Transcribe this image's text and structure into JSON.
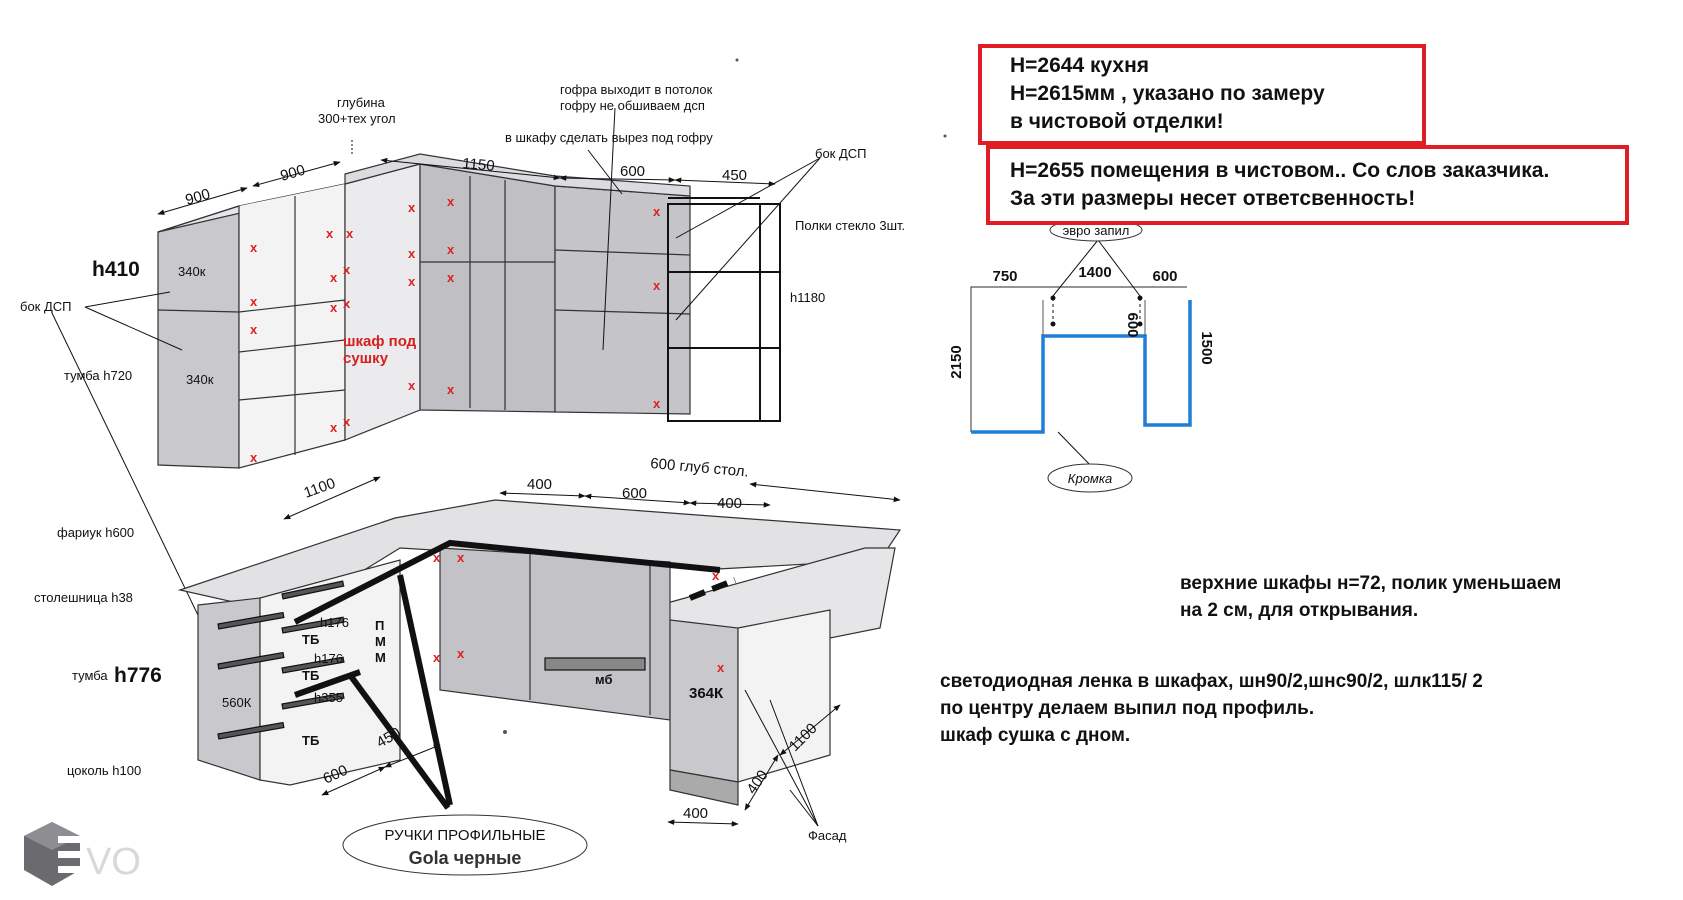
{
  "notes": {
    "box1": [
      "H=2644 кухня",
      "H=2615мм , указано по замеру",
      "в чистовой отделки!"
    ],
    "box2": [
      "H=2655 помещения в чистовом.. Со слов заказчика.",
      "За эти размеры несет ответсвенность!"
    ],
    "upper": [
      "верхние шкафы н=72, полик уменьшаем",
      "на 2 см, для открывания."
    ],
    "led": [
      "светодиодная ленка в шкафах, шн90/2,шнс90/2, шлк115/ 2",
      "по центру делаем выпил под профиль.",
      "шкаф сушка с дном."
    ]
  },
  "upper": {
    "labels": {
      "glubina": [
        "глубина",
        "300+тех угол"
      ],
      "gofra": [
        "гофра выходит в потолок",
        "гофру не обшиваем дсп"
      ],
      "cutout": "в шкафу сделать вырез под гофру",
      "bok_dsp_right": "бок ДСП",
      "polki": "Полки стекло 3шт.",
      "h1180": "h1180",
      "h410": "h410",
      "bok_dsp_left": "бок ДСП",
      "tumba720": "тумба   h720",
      "c340a": "340к",
      "c340b": "340к",
      "sushka": [
        "шкаф под",
        "сушку"
      ]
    },
    "dims": {
      "d900a": "900",
      "d900b": "900",
      "d1150": "1150",
      "d600": "600",
      "d450": "450"
    }
  },
  "lower": {
    "labels": {
      "fariuk": "фариук h600",
      "stoleshnica": "столешница  h38",
      "tumba_prefix": "тумба",
      "tumba_h": "h776",
      "cokol": "цоколь h100",
      "c560": "560К",
      "tb1": "ТБ",
      "tb2": "ТБ",
      "tb3": "ТБ",
      "h176a": "h176",
      "h176b": "h176",
      "h355": "h355",
      "pmm": [
        "П",
        "М",
        "М"
      ],
      "mb": "мб",
      "c364": "364К",
      "handles": "РУЧКИ ПРОФИЛЬНЫЕ",
      "gola": "Gola черные",
      "fasad": "Фасад"
    },
    "dims": {
      "d1100a": "1100",
      "d400a": "400",
      "d600a": "600",
      "d400b": "400",
      "glub": "600 глуб стол.",
      "d450": "450",
      "d600b": "600",
      "d400c": "400",
      "d400d": "400",
      "d1100b": "1100"
    }
  },
  "plan": {
    "evro": "эвро запил",
    "kromka": "Кромка",
    "d750": "750",
    "d1400": "1400",
    "d600": "600",
    "d600v": "600",
    "d2150": "2150",
    "d1500": "1500"
  },
  "logo": "VO",
  "colors": {
    "red": "#e01c24",
    "blue": "#1e7fd6",
    "panel": "#c9c9cd"
  }
}
